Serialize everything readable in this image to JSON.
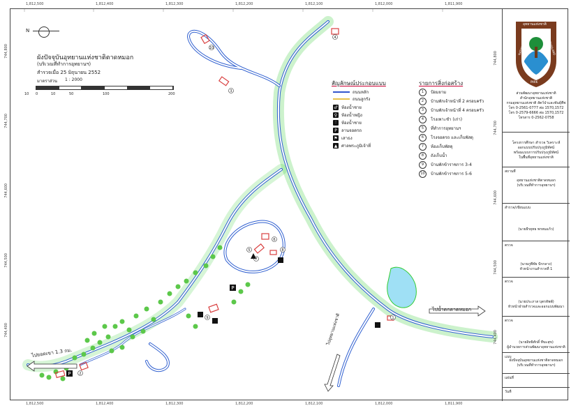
{
  "coords": {
    "top": [
      "1,812,500",
      "1,812,400",
      "1,812,300",
      "1,812,200",
      "1,812,100",
      "1,812,000",
      "1,811,900"
    ],
    "bottom": [
      "1,812,500",
      "1,812,400",
      "1,812,300",
      "1,812,200",
      "1,812,100",
      "1,812,000",
      "1,811,900"
    ],
    "left": [
      "744,800",
      "744,700",
      "744,600",
      "744,500",
      "744,400"
    ],
    "right": [
      "744,800",
      "744,700",
      "744,600",
      "744,500",
      "744,400"
    ]
  },
  "north": "N",
  "title": {
    "main": "ผังปัจจุบันอุทยานแห่งชาติตาดหมอก",
    "sub": "(บริเวณที่ทำการอุทยานฯ)",
    "date": "สำรวจเมื่อ 25 มิถุนายน 2552",
    "scale_label": "มาตราส่วน",
    "scale_value": "1 : 2000",
    "scale_ticks": [
      "10",
      "0",
      "10",
      "50",
      "100",
      "200"
    ]
  },
  "legend": {
    "title": "สัญลักษณ์ประกอบแบบ",
    "items": [
      {
        "symbol": "line",
        "color": "#3355cc",
        "label": "ถนนหลัก"
      },
      {
        "symbol": "line",
        "color": "#e8c24a",
        "label": "ถนนลูกรัง"
      },
      {
        "symbol": "icon",
        "glyph": "🚹",
        "icon_name": "toilet-male-icon",
        "label": "ห้องน้ำชาย"
      },
      {
        "symbol": "icon",
        "glyph": "🚺",
        "icon_name": "toilet-female-icon",
        "label": "ห้องน้ำหญิง"
      },
      {
        "symbol": "icon",
        "glyph": "◫",
        "icon_name": "shower-icon",
        "label": "ห้องน้ำชาย"
      },
      {
        "symbol": "icon",
        "glyph": "P",
        "icon_name": "parking-icon",
        "label": "ลานจอดรถ"
      },
      {
        "symbol": "icon",
        "glyph": "⚓",
        "icon_name": "flagpole-icon",
        "label": "เสาธง"
      },
      {
        "symbol": "icon",
        "glyph": "▲",
        "icon_name": "shrine-icon",
        "label": "ศาลพระภูมิเจ้าที่"
      }
    ]
  },
  "buildings": {
    "title": "รายการสิ่งก่อสร้าง",
    "items": [
      {
        "num": "1",
        "label": "ป้อมยาม"
      },
      {
        "num": "2",
        "label": "บ้านพักเจ้าหน้าที่ 2 ครอบครัว"
      },
      {
        "num": "3",
        "label": "บ้านพักเจ้าหน้าที่ 4 ครอบครัว"
      },
      {
        "num": "4",
        "label": "โรงเพาะชำ (เก่า)"
      },
      {
        "num": "5",
        "label": "ที่ทำการอุทยานฯ"
      },
      {
        "num": "6",
        "label": "โรงจอดรถ และเก็บพัสดุ"
      },
      {
        "num": "7",
        "label": "ห้องเก็บพัสดุ"
      },
      {
        "num": "8",
        "label": "ถังเก็บน้ำ"
      },
      {
        "num": "9",
        "label": "บ้านพักข้าราชการ 3-4"
      },
      {
        "num": "10",
        "label": "บ้านพักข้าราชการ 5-6"
      }
    ]
  },
  "map_labels": {
    "to_waterfall": "ไปน้ำตกตาดหมอก",
    "to_highland": "ไปยอดเขา 1.3 กม.",
    "to_road": "ไปอุทยานแห่งชาติ"
  },
  "panel": {
    "logo_top": "อุทยานแห่งชาติ",
    "logo_left": "NATIONAL",
    "logo_bottom": "PARK",
    "logo_right": "THAILAND",
    "org": [
      "ส่วนพัฒนาอุทยานแห่งชาติ",
      "สำนักอุทยานแห่งชาติ",
      "กรมอุทยานแห่งชาติ สัตว์ป่าและพันธุ์พืช",
      "โทร 0-2561-0777 ต่อ 1570,1572",
      "โทร 0-2579-6666 ต่อ 1570,1572",
      "โทรสาร 0-2562-0758"
    ],
    "project": [
      "โครงการศึกษา สำรวจ วิเคราะห์",
      "ออกแบบปรับปรุงภูมิทัศน์",
      "พร้อมแบบการปรับปรุงภูมิทัศน์",
      "ในพื้นที่อุทยานแห่งชาติ"
    ],
    "place_label": "สถานที่",
    "place": [
      "อุทยานแห่งชาติตาดหมอก",
      "(บริเวณที่ทำการอุทยานฯ)"
    ],
    "survey_label": "สำรวจ/เขียนแบบ",
    "survey_name": "(นายธีรยุทธ พรหมแก้ว)",
    "check_label": "ตรวจ",
    "check_name": "(นายภูพีชัย ปักกลาง)",
    "check_role": "หัวหน้างานสำรวจที่ 1",
    "check2_label": "ตรวจ",
    "check2_name": "(นายประภาส บุตรทัพพ์)",
    "check2_role": "หัวหน้าฝ่ายสำรวจและออกแบบพัฒนา",
    "approve_label": "ตรวจ",
    "approve_name": "(นายอิทธิศักดิ์ ทีฆะสุข)",
    "approve_role": "ผู้อำนวยการส่วนพัฒนาอุทยานแห่งชาติ",
    "plan_label": "แบบ",
    "plan": [
      "ผังปัจจุบันอุทยานแห่งชาติตาดหมอก",
      "(บริเวณที่ทำการอุทยานฯ)"
    ],
    "sheet_label": "แผ่นที่",
    "date_label": "วันที่"
  },
  "colors": {
    "road": "#2f5fd0",
    "edge": "#33cc33",
    "tree": "#5cc84a",
    "water": "#9fe0f5",
    "building": "#d94040"
  }
}
